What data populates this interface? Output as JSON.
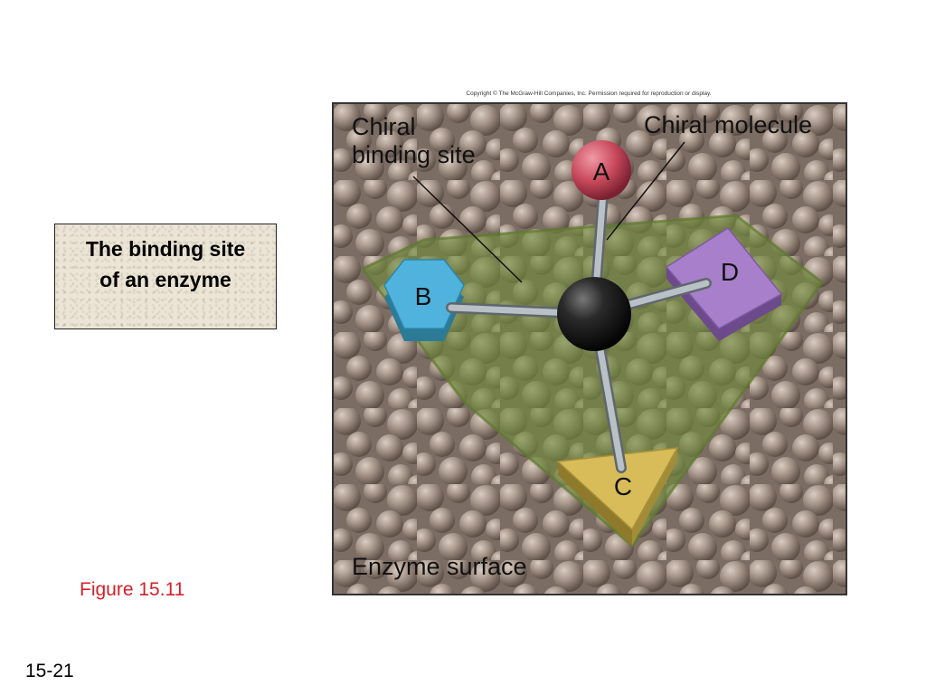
{
  "title_box": {
    "text": "The binding site\nof an enzyme"
  },
  "figure_label": "Figure 15.11",
  "slide_number": "15-21",
  "diagram": {
    "copyright": "Copyright © The McGraw-Hill Companies, Inc. Permission required for reproduction or display.",
    "label_binding_site": "Chiral\nbinding site",
    "label_chiral_molecule": "Chiral molecule",
    "label_enzyme_surface": "Enzyme surface",
    "group_a": "A",
    "group_b": "B",
    "group_c": "C",
    "group_d": "D"
  },
  "colors": {
    "figure_label": "#d4202a",
    "site_green": "#6f8a3a",
    "group_a": "#c94a5c",
    "group_b": "#4fb3dd",
    "group_c": "#d8bc5a",
    "group_d": "#a77fca",
    "center_atom": "#1e1e1e"
  }
}
